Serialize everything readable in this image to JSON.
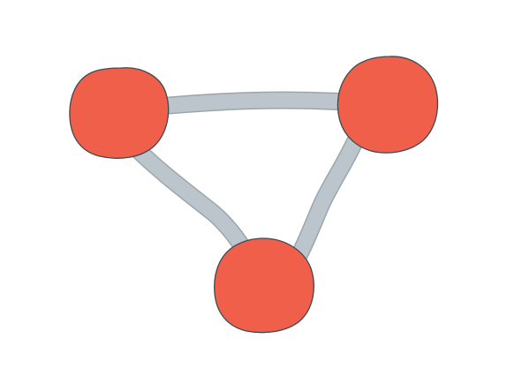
{
  "diagram": {
    "type": "network-graph",
    "nodes": [
      {
        "id": "top-left"
      },
      {
        "id": "top-right"
      },
      {
        "id": "bottom"
      }
    ],
    "edges": [
      {
        "from": "top-left",
        "to": "top-right"
      },
      {
        "from": "top-left",
        "to": "bottom"
      },
      {
        "from": "top-right",
        "to": "bottom"
      }
    ],
    "colors": {
      "node": "#EF5F4A",
      "edge": "#BCC5CB",
      "background": "#FFFFFF"
    }
  }
}
